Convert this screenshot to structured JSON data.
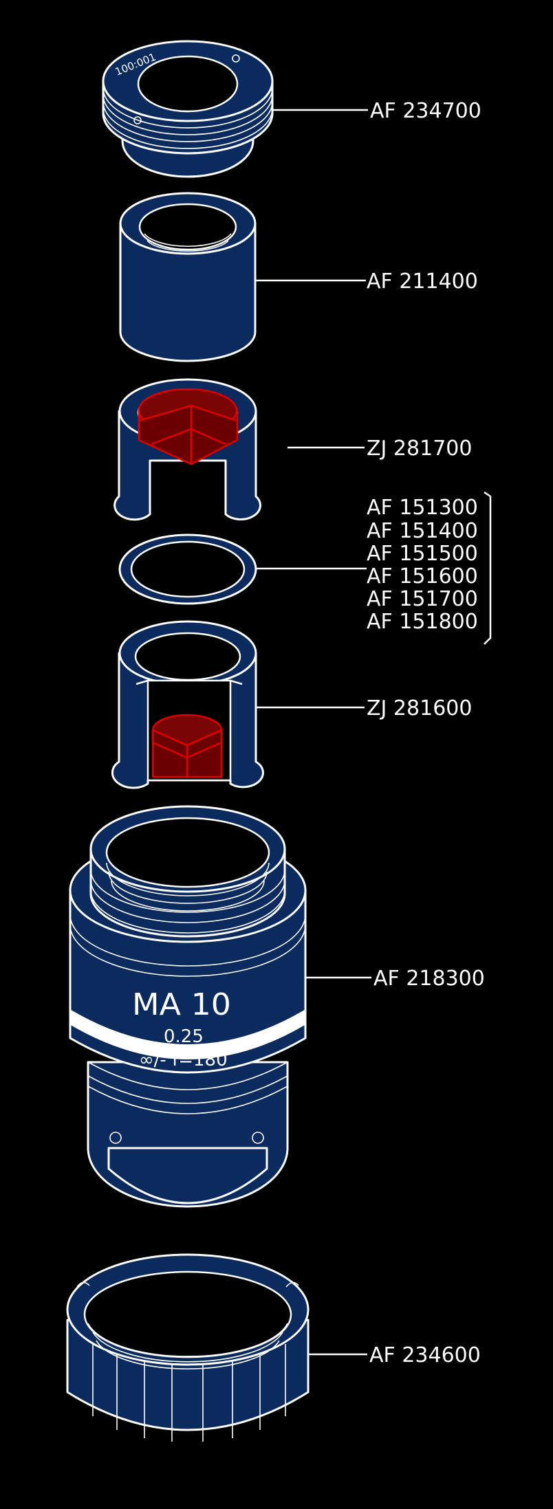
{
  "labels": {
    "af234700": "AF 234700",
    "af211400": "AF 211400",
    "zj281700": "ZJ 281700",
    "spacer_codes": [
      "AF 151300",
      "AF 151400",
      "AF 151500",
      "AF 151600",
      "AF 151700",
      "AF 151800"
    ],
    "zj281600": "ZJ 281600",
    "af218300": "AF 218300",
    "af234600": "AF 234600"
  },
  "engravings": {
    "top_ring": "100:001",
    "objective_model": "MA 10",
    "objective_na": "0.25",
    "objective_spec": "∞/- f=180"
  },
  "colors": {
    "background": "#000000",
    "part_fill": "#0b2a5e",
    "outline": "#ffffff",
    "highlight": "#e00000"
  }
}
